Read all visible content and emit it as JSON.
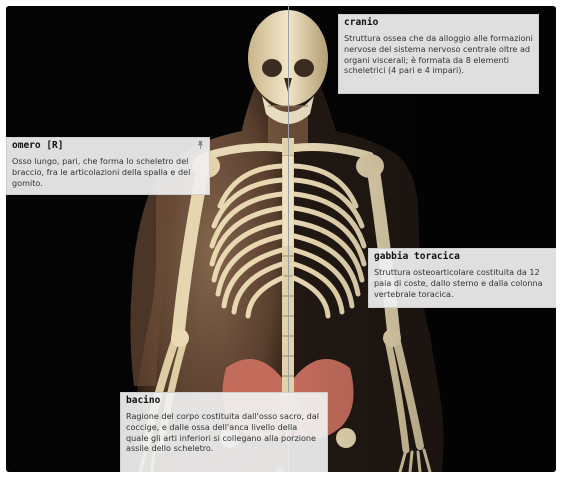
{
  "labels": {
    "cranio": {
      "title": "cranio",
      "text": "Struttura ossea che da alloggio alle formazioni nervose del sistema nervoso centrale oltre ad organi viscerali; è formata da 8 elementi scheletrici (4 pari e 4 impari)."
    },
    "omero": {
      "title": "omero  [R]",
      "text": "Osso lungo, pari, che forma lo scheletro del braccio, fra le articolazioni della spalla e del gomito."
    },
    "gabbia": {
      "title": "gabbia toracica",
      "text": "Struttura osteoarticolare costituita da 12 paia di coste, dallo sterno e dalla colonna vertebrale toracica."
    },
    "bacino": {
      "title": "bacino",
      "text": "Ragione del corpo costituita dall'osso sacro, dal coccige,  e dalle ossa dell'anca livello della quale gli arti inferiori si collegano alla porzione assile dello scheletro."
    }
  },
  "icons": {
    "pin": "pin-icon"
  },
  "colors": {
    "background": "#040404",
    "bone": "#e6d6b0",
    "skin": "#6a4a34",
    "pelvis": "#c46c5c",
    "panel": "#f0f0f0"
  }
}
